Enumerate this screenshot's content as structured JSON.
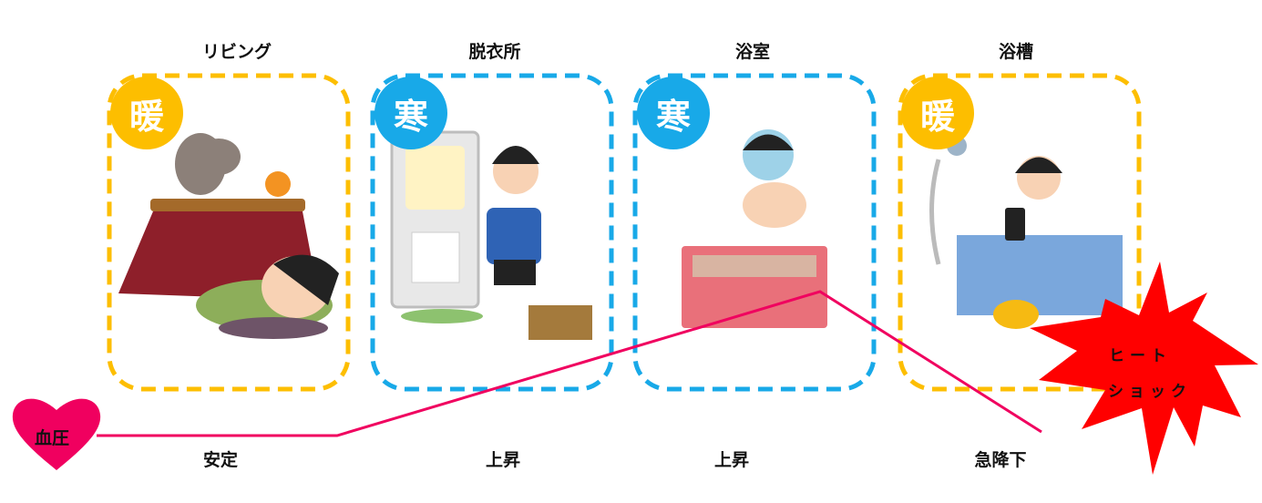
{
  "rooms": [
    {
      "name": "リビング",
      "temp": "暖",
      "temp_type": "warm",
      "bp": "安定"
    },
    {
      "name": "脱衣所",
      "temp": "寒",
      "temp_type": "cold",
      "bp": "上昇"
    },
    {
      "name": "浴室",
      "temp": "寒",
      "temp_type": "cold",
      "bp": "上昇"
    },
    {
      "name": "浴槽",
      "temp": "暖",
      "temp_type": "warm",
      "bp": "急降下"
    }
  ],
  "heart_label": "血圧",
  "heat_shock": {
    "line1": "ヒート",
    "line2": "ショック"
  },
  "colors": {
    "warm": "#FDBE00",
    "cold": "#18A9E8",
    "bp_line": "#F0005F",
    "burst": "#FF0000"
  }
}
